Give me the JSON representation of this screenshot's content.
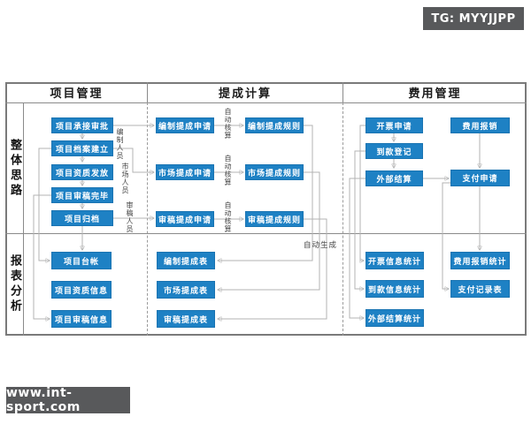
{
  "badges": {
    "tg": "TG: MYYJJPP",
    "site": "www.int-sport.com"
  },
  "table": {
    "column_headers": [
      "项目管理",
      "提成计算",
      "费用管理"
    ],
    "row_labels": [
      "整体思路",
      "报表分析"
    ]
  },
  "flow": {
    "project_mgmt": {
      "overall": [
        "项目承接审批",
        "项目档案建立",
        "项目资质发放",
        "项目审稿完毕",
        "项目归档"
      ],
      "report": [
        "项目台帐",
        "项目资质信息",
        "项目审稿信息"
      ]
    },
    "commission": {
      "requests": [
        "编制提成申请",
        "市场提成申请",
        "审稿提成申请"
      ],
      "rules": [
        "编制提成规则",
        "市场提成规则",
        "审稿提成规则"
      ],
      "reports": [
        "编制提成表",
        "市场提成表",
        "审稿提成表"
      ]
    },
    "expense": {
      "left_chain": [
        "开票申请",
        "到款登记",
        "外部结算"
      ],
      "right_chain": [
        "费用报销",
        "支付申请"
      ],
      "report_left": [
        "开票信息统计",
        "到款信息统计",
        "外部结算统计"
      ],
      "report_right": [
        "费用报销统计",
        "支付记录表"
      ]
    }
  },
  "annotations": {
    "roles": [
      "编制人员",
      "市场人员",
      "审稿人员"
    ],
    "auto_calc": "自动核算",
    "auto_generate": "自动生成"
  },
  "colors": {
    "node_blue": "#1e81c4",
    "badge_gray": "#58595b",
    "line_gray": "#b3b3b3",
    "border_gray": "#7a7a7a"
  }
}
